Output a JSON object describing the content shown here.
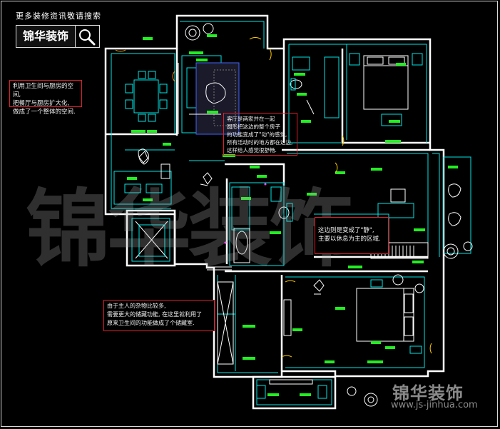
{
  "header": {
    "tagline": "更多装修资讯敬请搜索",
    "brand": "锦华装饰"
  },
  "notes": {
    "kitchen_dining": [
      "利用卫生间与厨房的空间,",
      "把餐厅与厨房扩大化,",
      "做成了一个整体的空间."
    ],
    "living": [
      "客厅是两家并在一起",
      "圆形把这边的整个房子",
      "的功能变成了\"动\"的感觉,",
      "所有活动时的地方都在这边,",
      "这样给人感觉很舒畅."
    ],
    "study": [
      "这边则是变成了\"静\",",
      "主要以休息为主的区域."
    ],
    "storage": [
      "由于主人的杂物比较多,",
      "需要更大的储藏功能, 在这里就利用了",
      "原来卫生间的功能做成了个储藏室."
    ]
  },
  "watermark": "锦华装饰",
  "footer": {
    "brand": "锦华装饰",
    "url": "www.js-jinhua.com"
  },
  "colors": {
    "wall": "#ffffff",
    "cyan": "#00e5e5",
    "green": "#22ee22",
    "red": "#e0202a",
    "yellow": "#ffcc00",
    "orange": "#ff9900",
    "blue": "#4466ff",
    "magenta": "#ff44ff"
  },
  "icons": [
    "search-icon"
  ]
}
